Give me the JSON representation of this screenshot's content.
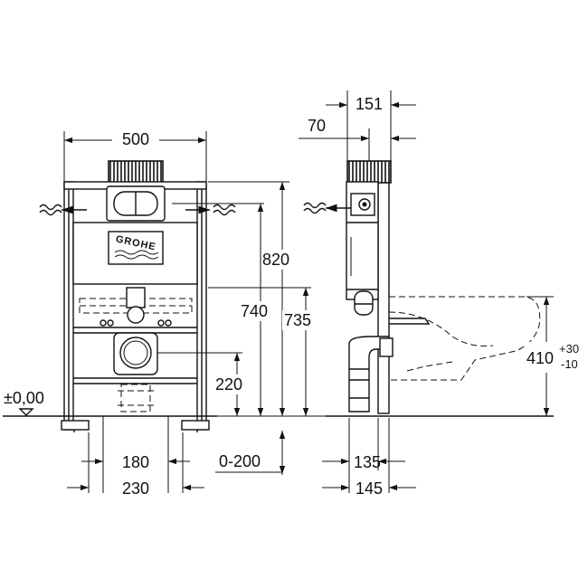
{
  "brand": {
    "logo_text": "GROHE"
  },
  "front_view": {
    "width": "500",
    "height_frame": "820",
    "height_inlet": "740",
    "height_waste": "735",
    "height_outlet": "220",
    "outlet_spacing": "180",
    "foot_spacing": "230",
    "adjust_range": "0-200",
    "floor_level": "±0,00"
  },
  "side_view": {
    "depth_total": "151",
    "depth_flush": "70",
    "depth_bottom_1": "135",
    "depth_bottom_2": "145",
    "pan_height": "410",
    "pan_tol_plus": "+30",
    "pan_tol_minus": "-10"
  },
  "colors": {
    "line": "#111111",
    "background": "#ffffff"
  }
}
